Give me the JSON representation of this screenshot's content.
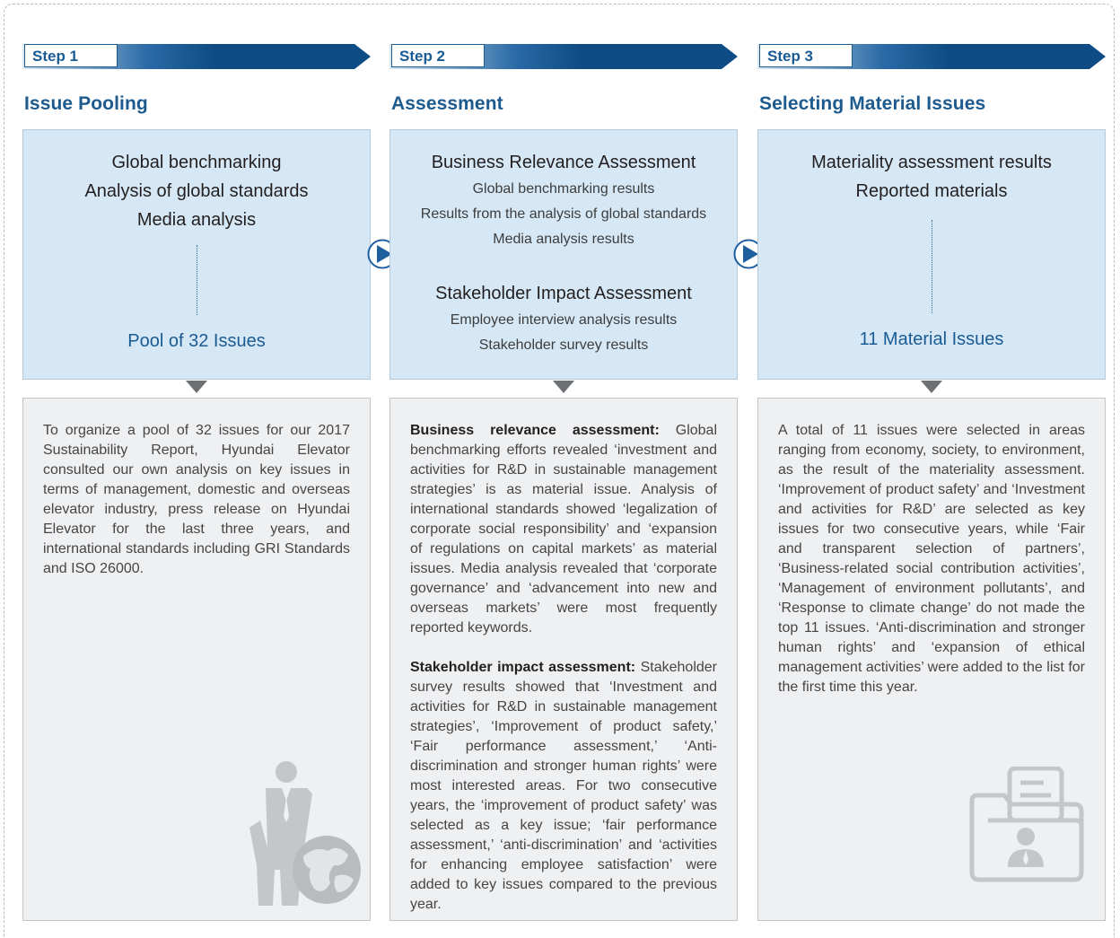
{
  "steps": [
    {
      "tag": "Step 1",
      "title": "Issue Pooling",
      "top_lines": [
        "Global benchmarking",
        "Analysis of global standards",
        "Media analysis"
      ],
      "result": "Pool of 32 Issues",
      "description": "To organize a pool of 32 issues for our 2017 Sustainability Report, Hyundai Elevator consulted our own analysis on key issues in terms of management, domestic and overseas elevator industry, press release on Hyundai Elevator for the last three years, and international standards including GRI Standards and ISO 26000."
    },
    {
      "tag": "Step 2",
      "title": "Assessment",
      "business": {
        "heading": "Business Relevance Assessment",
        "items": [
          "Global benchmarking results",
          "Results from the analysis of global standards",
          "Media analysis results"
        ]
      },
      "stakeholder": {
        "heading": "Stakeholder Impact Assessment",
        "items": [
          "Employee interview analysis results",
          "Stakeholder survey results"
        ]
      },
      "desc_business_label": "Business relevance assessment:",
      "desc_business_text": " Global benchmarking efforts revealed ‘investment and activities for R&D in sustainable management strategies’ is as material issue. Analysis of international standards showed ‘legalization of corporate social responsibility’ and ‘expansion of regulations on capital markets’ as material issues. Media analysis revealed that ‘corporate governance’ and ‘advancement into new and overseas markets’ were most frequently reported keywords.",
      "desc_stakeholder_label": "Stakeholder impact assessment:",
      "desc_stakeholder_text": " Stakeholder survey results showed that ‘Investment and activities for R&D in sustainable management strategies’, ‘Improvement of product safety,’ ‘Fair performance assessment,’ ‘Anti-discrimination and stronger human rights’ were most interested areas. For two consecutive years, the ‘improvement of product safety’ was selected as a key issue; ‘fair performance assessment,’ ‘anti-discrimination’ and ‘activities for enhancing employee satisfaction’ were added to key issues compared to the previous year."
    },
    {
      "tag": "Step 3",
      "title": "Selecting Material Issues",
      "top_lines": [
        "Materiality assessment results",
        "Reported materials"
      ],
      "result": "11 Material Issues",
      "description": "A total of 11 issues were selected in areas ranging from economy, society, to environment, as the result of the materiality assessment. ‘Improvement of product safety’ and ‘Investment and activities for R&D’ are selected as key issues for two consecutive years, while ‘Fair and transparent selection of partners’, ‘Business-related social contribution activities’, ‘Management of environment pollutants’, and ‘Response to climate change’ do not made the top 11 issues. ‘Anti-discrimination and stronger human rights’ and ‘expansion of ethical management activities’ were added to the list for the first time this year."
    }
  ],
  "colors": {
    "banner_dark": "#0f4c86",
    "banner_light": "#dce8f3",
    "title_blue": "#1d5a8e",
    "top_box_bg": "#d6e8f5",
    "bottom_box_bg": "#eff0f2",
    "arrow_blue": "#1f5f9e"
  },
  "icons": [
    "flow-arrow-icon",
    "businessman-globe-icon",
    "folder-profile-icon"
  ]
}
